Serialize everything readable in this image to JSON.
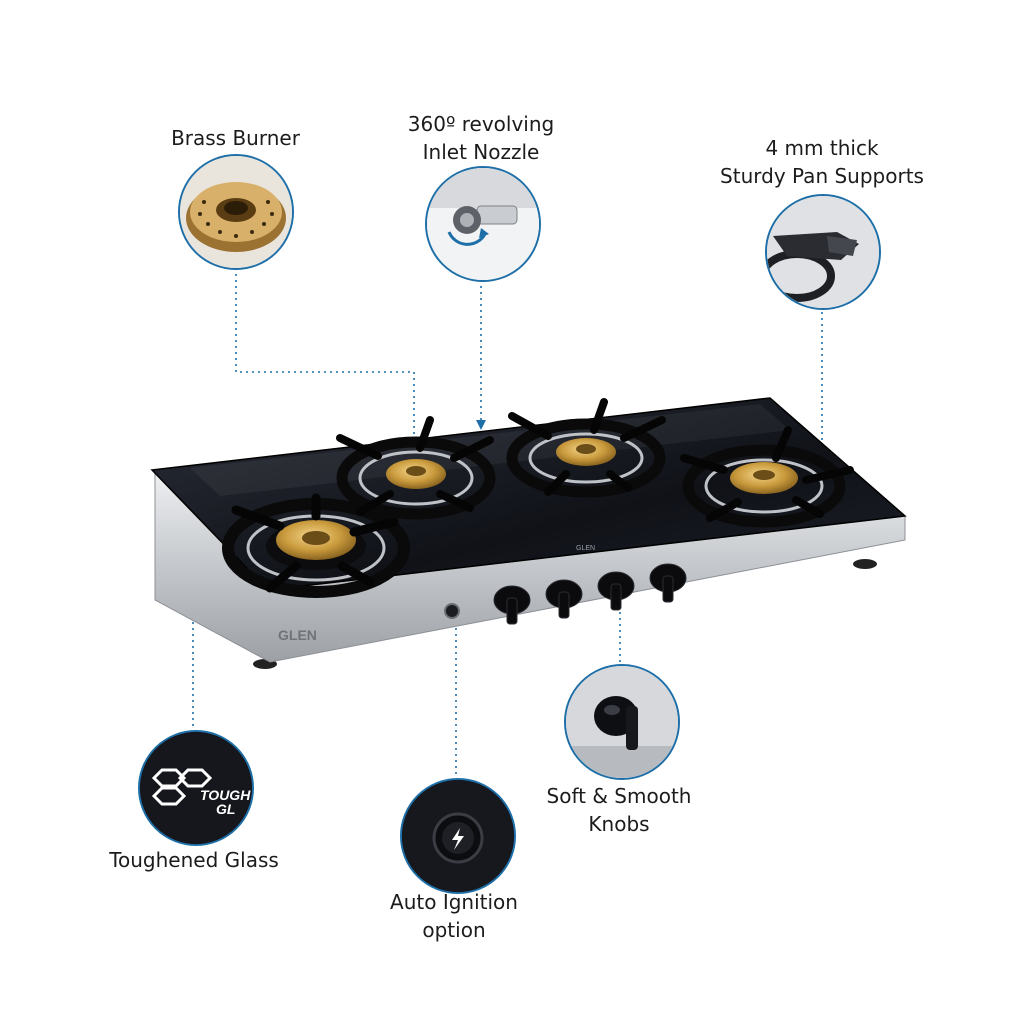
{
  "features": {
    "brass_burner": {
      "line1": "Brass Burner"
    },
    "inlet_nozzle": {
      "line1": "360º revolving",
      "line2": "Inlet Nozzle"
    },
    "pan_supports": {
      "line1": "4 mm thick",
      "line2": "Sturdy Pan Supports"
    },
    "toughened_glass": {
      "line1": "Toughened Glass"
    },
    "auto_ignition": {
      "line1": "Auto Ignition",
      "line2": "option"
    },
    "knobs": {
      "line1": "Soft & Smooth",
      "line2": "Knobs"
    }
  },
  "product": {
    "brand_front": "GLEN",
    "brand_glass": "GLEN",
    "glass_badge_line1": "TOUGH",
    "glass_badge_line2": "GL"
  },
  "colors": {
    "accent": "#1e6fa8",
    "glass": "#14161c",
    "steel": "#c9ccd0",
    "brass": "#c9a24a"
  }
}
